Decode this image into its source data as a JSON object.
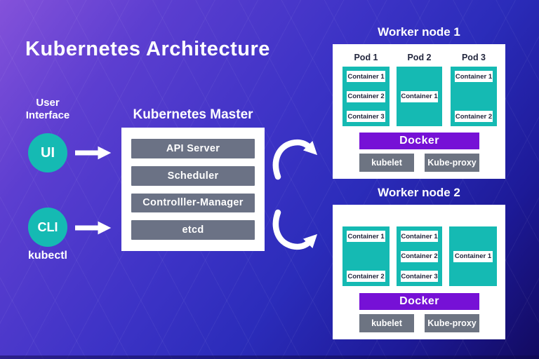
{
  "title": "Kubernetes Architecture",
  "colors": {
    "background_top_left": "#8452da",
    "background_bottom_right": "#120a60",
    "pod_teal": "#15bab3",
    "docker_purple": "#7611d6",
    "component_gray": "#6b7285",
    "daemon_gray": "#6d7482",
    "dark_text": "#22263d",
    "white": "#ffffff"
  },
  "left_panel": {
    "user_interface_label": "User Interface",
    "ui_badge": "UI",
    "cli_badge": "CLI",
    "kubectl_label": "kubectl"
  },
  "master": {
    "heading": "Kubernetes Master",
    "components": [
      "API Server",
      "Scheduler",
      "Controlller-Manager",
      "etcd"
    ]
  },
  "workers": [
    {
      "heading": "Worker node 1",
      "pods": [
        {
          "label": "Pod 1",
          "containers": [
            "Container 1",
            "Container 2",
            "Container 3"
          ]
        },
        {
          "label": "Pod 2",
          "containers": [
            "Container 1"
          ]
        },
        {
          "label": "Pod 3",
          "containers": [
            "Container 1",
            "Container 2"
          ]
        }
      ],
      "container_runtime": "Docker",
      "services": [
        "kubelet",
        "Kube-proxy"
      ]
    },
    {
      "heading": "Worker node 2",
      "pods": [
        {
          "containers": [
            "Container 1",
            "Container 2"
          ]
        },
        {
          "containers": [
            "Container 1",
            "Container 2",
            "Container 3"
          ]
        },
        {
          "containers": [
            "Container 1"
          ]
        }
      ],
      "container_runtime": "Docker",
      "services": [
        "kubelet",
        "Kube-proxy"
      ]
    }
  ]
}
